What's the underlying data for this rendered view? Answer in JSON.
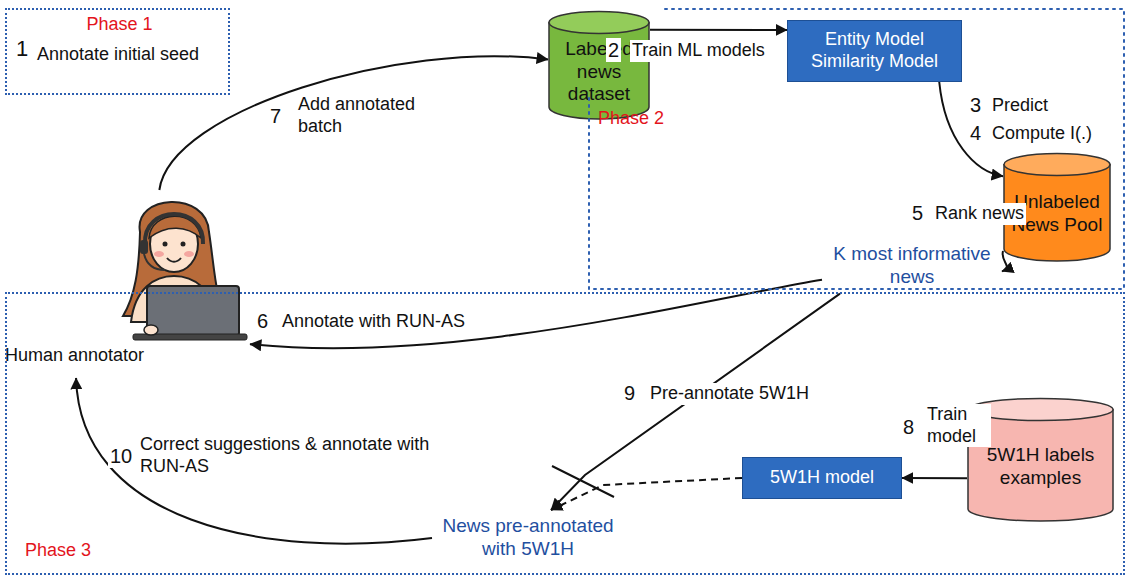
{
  "diagram": {
    "nodes": [
      {
        "text": [
          "Phase 1",
          "Annotate initial seed"
        ]
      },
      {
        "text": [
          "Labeled news dataset"
        ]
      },
      {
        "text": [
          "Phase 2"
        ]
      },
      {
        "text": [
          "Entity Model Similarity Model"
        ],
        "in": 2
      },
      {
        "text": [
          "Unlabeled News Pool"
        ],
        "in": 2
      },
      {
        "text": [
          "K most informative news"
        ],
        "in": 2
      },
      {
        "text": [
          "Human annotator"
        ]
      },
      {
        "text": [
          "Phase 3"
        ]
      },
      {
        "text": [
          "5W1H model"
        ],
        "in": 7
      },
      {
        "text": [
          "5W1H labels examples"
        ],
        "in": 7
      },
      {
        "text": [
          "News pre-annotated with 5W1H"
        ],
        "in": 7
      }
    ],
    "edges": [
      {
        "from": 6,
        "to": 1,
        "arrow": "to",
        "label": "Add annotated batch"
      },
      {
        "from": 1,
        "to": 3,
        "arrow": "to",
        "label": "Train ML models"
      },
      {
        "from": 3,
        "to": 4,
        "arrow": "to",
        "label": "Predict"
      },
      {
        "from": 4,
        "to": 5,
        "arrow": "to",
        "label": "Rank news"
      },
      {
        "from": 5,
        "to": 6,
        "arrow": "to",
        "label": "Annotate with RUN-AS"
      },
      {
        "from": 5,
        "to": 10,
        "arrow": "to",
        "label": "Pre-annotate 5W1H"
      },
      {
        "from": 9,
        "to": 8,
        "arrow": "to",
        "label": "Train model"
      },
      {
        "from": 8,
        "to": 10,
        "arrow": "to"
      },
      {
        "from": 10,
        "to": 6,
        "arrow": "to",
        "label": "Correct suggestions & annotate with RUN-AS"
      }
    ],
    "labels": [
      "1",
      "2",
      "3",
      "4",
      "5",
      "6",
      "7",
      "8",
      "9",
      "10",
      "Compute I(.)"
    ]
  }
}
